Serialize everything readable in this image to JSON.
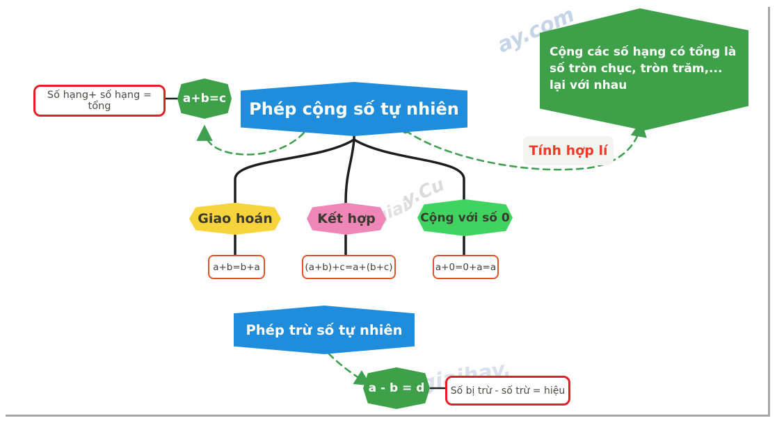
{
  "page": {
    "background": "#ffffff",
    "edge_color": "#a6a6a6"
  },
  "colors": {
    "banner_blue": "#1f8ddb",
    "hex_green": "#3fa04a",
    "node_yellow": "#f8d43c",
    "node_pink": "#ee87b8",
    "node_green": "#3fd35f",
    "note_border_red": "#e41e26",
    "formula_border_orange": "#e2512a",
    "dashed_green": "#3ea050",
    "line_black": "#1d1d1d",
    "tip_label_red": "#ee3b25",
    "tip_label_bg": "#f3f3f1",
    "text_dark": "#3a3930",
    "text_white": "#ffffff"
  },
  "addition": {
    "title": "Phép cộng số tự nhiên",
    "formula_node": "a+b=c",
    "formula_note": "Số hạng+ số hạng = tổng",
    "tip_label": "Tính hợp lí",
    "tip_text": "Cộng các số hạng có tổng là số tròn chục, tròn trăm,... lại với nhau",
    "properties": [
      {
        "name": "Giao hoán",
        "formula": "a+b=b+a",
        "color": "#f8d43c"
      },
      {
        "name": "Kết hợp",
        "formula": "(a+b)+c=a+(b+c)",
        "color": "#ee87b8"
      },
      {
        "name": "Cộng với số 0",
        "formula": "a+0=0+a=a",
        "color": "#3fd35f"
      }
    ]
  },
  "subtraction": {
    "title": "Phép trừ số tự nhiên",
    "formula_node": "a - b = d",
    "formula_note": "Số bị trừ - số trừ = hiệu"
  },
  "watermarks": [
    "ay.com",
    "y.Cu",
    "i.oigiai",
    ".oigiaihay."
  ]
}
